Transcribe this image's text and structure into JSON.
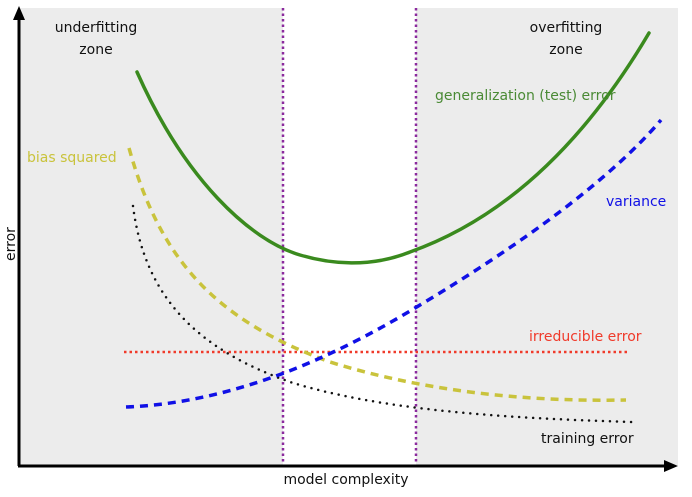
{
  "chart_data": {
    "type": "line",
    "title": "",
    "xlabel": "model complexity",
    "ylabel": "error",
    "grid": false,
    "legend_position": "inline labels",
    "axis_ticks": "none",
    "x": [
      0.0,
      0.1,
      0.2,
      0.3,
      0.4,
      0.5,
      0.6,
      0.7,
      0.8,
      0.9,
      1.0
    ],
    "series": [
      {
        "name": "generalization (test) error",
        "style": "solid",
        "color": "#3a8a1e",
        "values": [
          0.88,
          0.69,
          0.53,
          0.45,
          0.42,
          0.43,
          0.48,
          0.56,
          0.68,
          0.82,
          0.98
        ]
      },
      {
        "name": "bias squared",
        "style": "dashed",
        "color": "#c9c33c",
        "values": [
          0.68,
          0.47,
          0.34,
          0.25,
          0.19,
          0.15,
          0.12,
          0.1,
          0.09,
          0.085,
          0.085
        ]
      },
      {
        "name": "variance",
        "style": "dashed",
        "color": "#1010e6",
        "values": [
          0.05,
          0.06,
          0.08,
          0.12,
          0.17,
          0.24,
          0.32,
          0.42,
          0.54,
          0.68,
          0.82
        ]
      },
      {
        "name": "irreducible error",
        "style": "dotted",
        "color": "#f03a2a",
        "values": [
          0.26,
          0.26,
          0.26,
          0.26,
          0.26,
          0.26,
          0.26,
          0.26,
          0.26,
          0.26,
          0.26
        ]
      },
      {
        "name": "training error",
        "style": "dotted",
        "color": "#111111",
        "values": [
          0.56,
          0.34,
          0.24,
          0.17,
          0.12,
          0.09,
          0.07,
          0.055,
          0.045,
          0.04,
          0.035
        ]
      }
    ],
    "annotations": [
      {
        "text": "underfitting zone",
        "position": "top-left"
      },
      {
        "text": "overfitting zone",
        "position": "top-right"
      }
    ],
    "zone_boundaries": {
      "color": "#8b2a9e",
      "style": "dotted",
      "x_positions": [
        0.29,
        0.55
      ]
    },
    "ylim": [
      0,
      1
    ],
    "xlim": [
      0,
      1
    ]
  },
  "labels": {
    "underfitting_line1": "underfitting",
    "underfitting_line2": "zone",
    "overfitting_line1": "overfitting",
    "overfitting_line2": "zone",
    "generalization": "generalization (test) error",
    "bias": "bias squared",
    "variance": "variance",
    "irreducible": "irreducible error",
    "training": "training error",
    "xaxis": "model complexity",
    "yaxis": "error"
  },
  "colors": {
    "zone_bg": "#ececec",
    "generalization": "#3a8a1e",
    "generalization_label": "#4a8a35",
    "bias": "#c9c33c",
    "variance": "#1010e6",
    "irreducible": "#f03a2a",
    "training": "#111111",
    "boundary": "#8b2a9e"
  }
}
